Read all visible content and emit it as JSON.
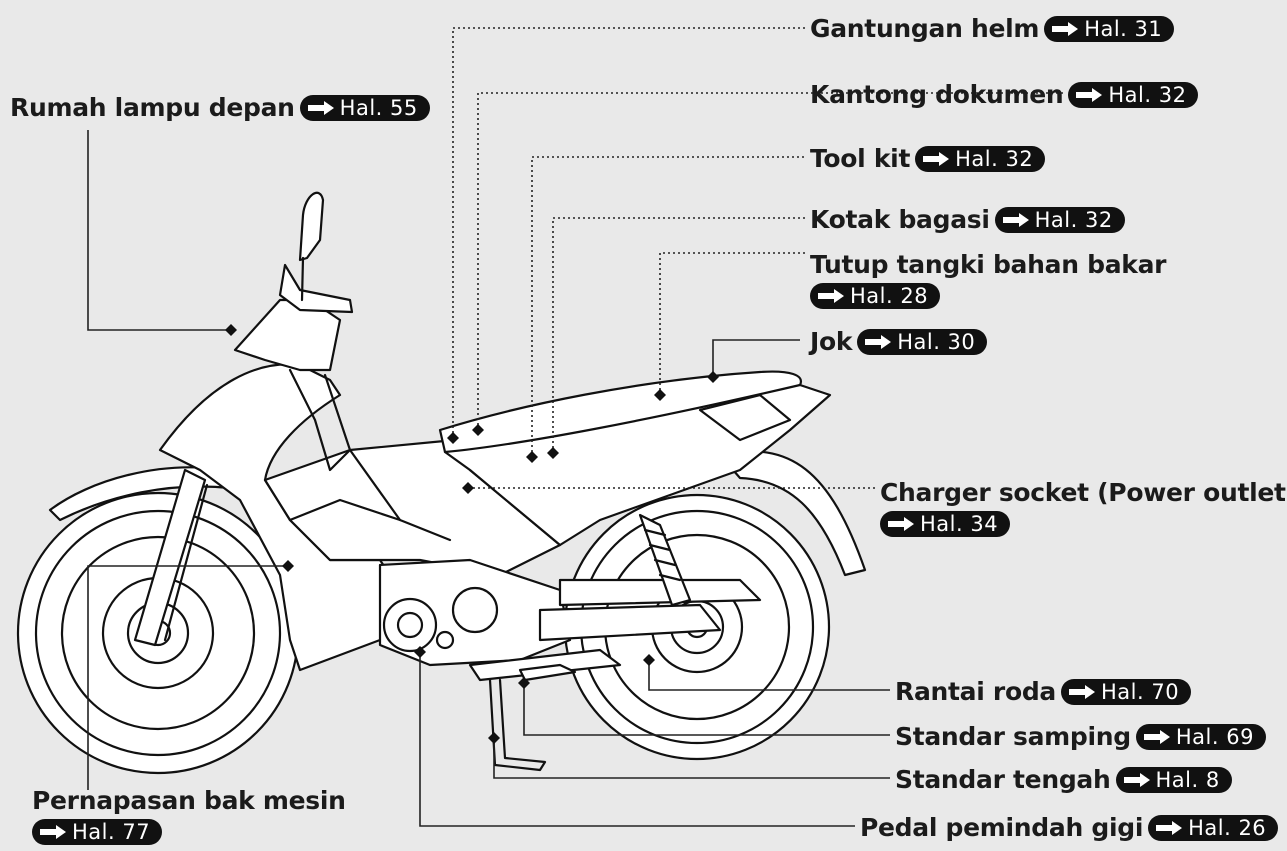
{
  "labels": {
    "gantungan_helm": {
      "text": "Gantungan helm",
      "ref": "Hal. 31"
    },
    "kantong_dokumen": {
      "text": "Kantong dokumen",
      "ref": "Hal. 32"
    },
    "rumah_lampu_depan": {
      "text": "Rumah lampu depan",
      "ref": "Hal. 55"
    },
    "tool_kit": {
      "text": "Tool kit",
      "ref": "Hal. 32"
    },
    "kotak_bagasi": {
      "text": "Kotak bagasi",
      "ref": "Hal. 32"
    },
    "tutup_tangki": {
      "text": "Tutup tangki bahan bakar",
      "ref": "Hal. 28"
    },
    "jok": {
      "text": "Jok",
      "ref": "Hal. 30"
    },
    "charger_socket": {
      "text": "Charger socket (Power outlet)",
      "ref": "Hal. 34"
    },
    "rantai_roda": {
      "text": "Rantai roda",
      "ref": "Hal. 70"
    },
    "standar_samping": {
      "text": "Standar samping",
      "ref": "Hal. 69"
    },
    "standar_tengah": {
      "text": "Standar tengah",
      "ref": "Hal. 8"
    },
    "pernapasan_bak_mesin": {
      "text": "Pernapasan bak mesin",
      "ref": "Hal. 77"
    },
    "pedal_pemindah_gigi": {
      "text": "Pedal pemindah gigi",
      "ref": "Hal. 26"
    }
  },
  "colors": {
    "background": "#e9e9e9",
    "ink": "#1b1b1b",
    "ref_badge": "#111111",
    "ref_text": "#ffffff"
  },
  "icons": {
    "ref_arrow": "arrow-right-icon",
    "leader_marker": "diamond-icon"
  }
}
